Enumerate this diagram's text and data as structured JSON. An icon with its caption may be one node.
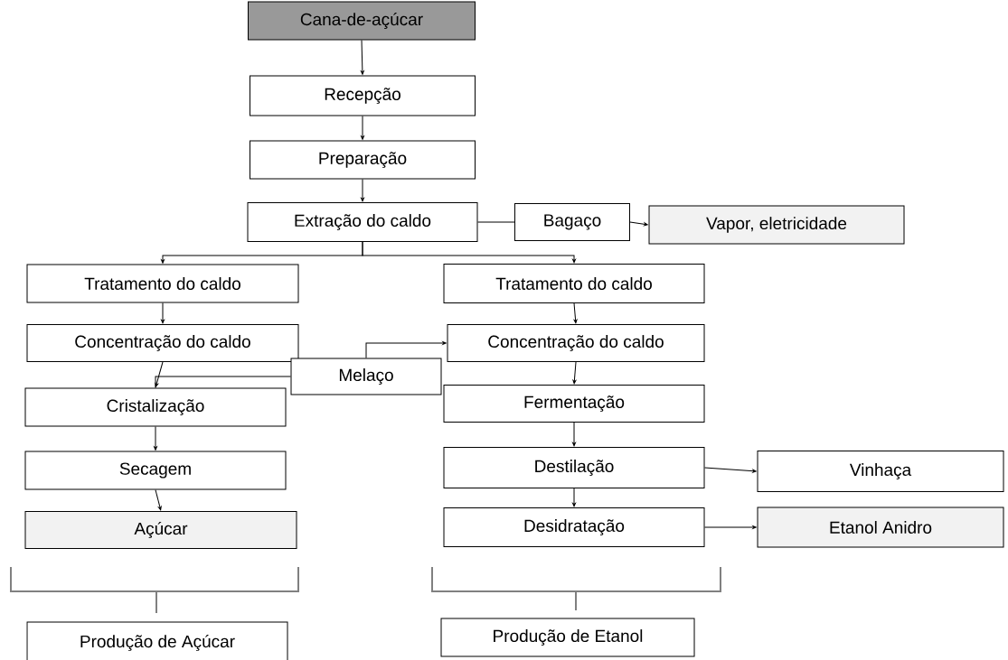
{
  "diagram": {
    "nodes": [
      {
        "text": [
          "Cana-de-açúcar"
        ]
      },
      {
        "text": [
          "Recepção"
        ]
      },
      {
        "text": [
          "Preparação"
        ]
      },
      {
        "text": [
          "Extração do caldo"
        ]
      },
      {
        "text": [
          "Bagaço"
        ]
      },
      {
        "text": [
          "Vapor, eletricidade"
        ]
      },
      {
        "text": [
          "Tratamento do caldo"
        ]
      },
      {
        "text": [
          "Concentração do caldo"
        ]
      },
      {
        "text": [
          "Cristalização"
        ]
      },
      {
        "text": [
          "Melaço"
        ]
      },
      {
        "text": [
          "Secagem"
        ]
      },
      {
        "text": [
          "Açúcar"
        ]
      },
      {
        "text": [
          "Tratamento do caldo"
        ]
      },
      {
        "text": [
          "Concentração do caldo"
        ]
      },
      {
        "text": [
          "Fermentação"
        ]
      },
      {
        "text": [
          "Destilação"
        ]
      },
      {
        "text": [
          "Vinhaça"
        ]
      },
      {
        "text": [
          "Desidratação"
        ]
      },
      {
        "text": [
          "Etanol Anidro"
        ]
      },
      {
        "text": [
          "Produção de Açúcar"
        ]
      },
      {
        "text": [
          "Produção de Etanol"
        ]
      }
    ],
    "edges": [
      {
        "from": 0,
        "to": 1,
        "arrow": "to"
      },
      {
        "from": 1,
        "to": 2,
        "arrow": "to"
      },
      {
        "from": 2,
        "to": 3,
        "arrow": "to"
      },
      {
        "from": 3,
        "to": 4,
        "arrow": "none"
      },
      {
        "from": 4,
        "to": 5,
        "arrow": "to"
      },
      {
        "from": 3,
        "to": 6,
        "arrow": "to"
      },
      {
        "from": 3,
        "to": 12,
        "arrow": "to"
      },
      {
        "from": 6,
        "to": 7,
        "arrow": "to"
      },
      {
        "from": 7,
        "to": 8,
        "arrow": "to"
      },
      {
        "from": 8,
        "to": 10,
        "arrow": "to"
      },
      {
        "from": 10,
        "to": 11,
        "arrow": "to"
      },
      {
        "from": 8,
        "to": 9,
        "arrow": "none"
      },
      {
        "from": 9,
        "to": 13,
        "arrow": "to"
      },
      {
        "from": 12,
        "to": 13,
        "arrow": "to"
      },
      {
        "from": 13,
        "to": 14,
        "arrow": "to"
      },
      {
        "from": 14,
        "to": 15,
        "arrow": "to"
      },
      {
        "from": 15,
        "to": 16,
        "arrow": "to"
      },
      {
        "from": 15,
        "to": 17,
        "arrow": "to"
      },
      {
        "from": 17,
        "to": 18,
        "arrow": "to"
      }
    ]
  }
}
